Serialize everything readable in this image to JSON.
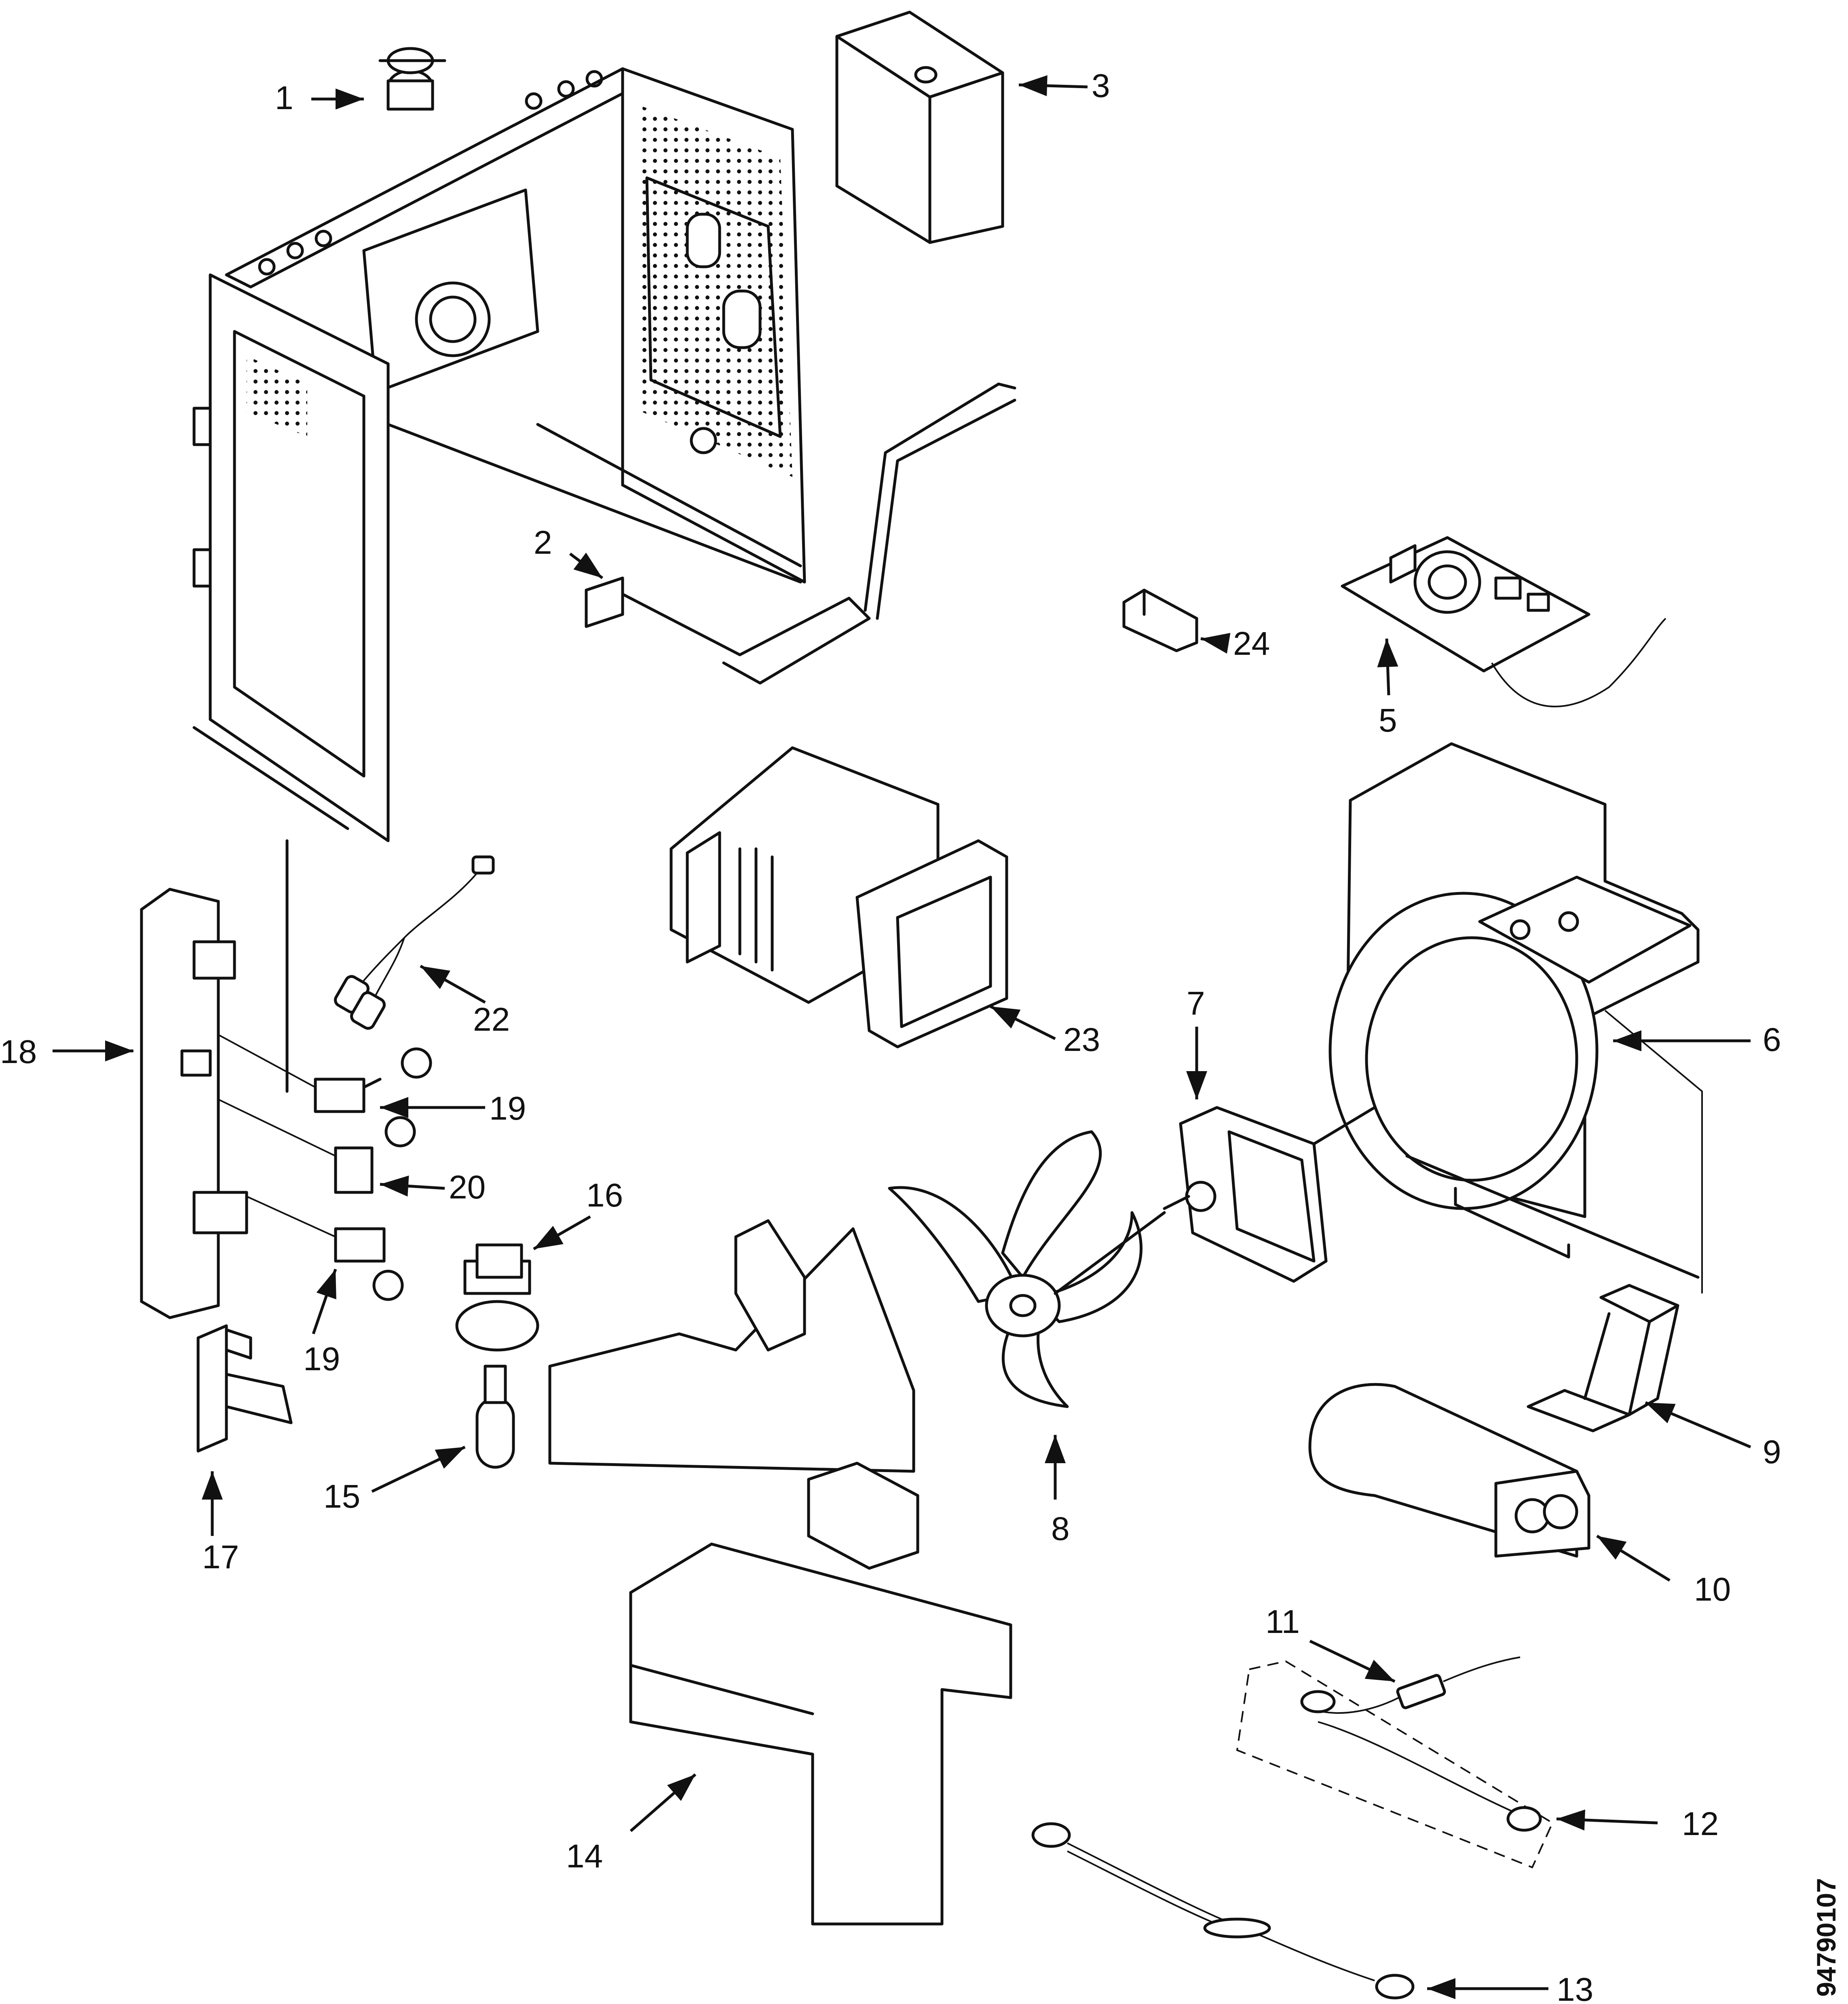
{
  "callouts": [
    {
      "id": "1",
      "label": "1"
    },
    {
      "id": "2",
      "label": "2"
    },
    {
      "id": "3",
      "label": "3"
    },
    {
      "id": "5",
      "label": "5"
    },
    {
      "id": "6",
      "label": "6"
    },
    {
      "id": "7",
      "label": "7"
    },
    {
      "id": "8",
      "label": "8"
    },
    {
      "id": "9",
      "label": "9"
    },
    {
      "id": "10",
      "label": "10"
    },
    {
      "id": "11",
      "label": "11"
    },
    {
      "id": "12",
      "label": "12"
    },
    {
      "id": "13",
      "label": "13"
    },
    {
      "id": "14",
      "label": "14"
    },
    {
      "id": "15",
      "label": "15"
    },
    {
      "id": "16",
      "label": "16"
    },
    {
      "id": "17",
      "label": "17"
    },
    {
      "id": "18",
      "label": "18"
    },
    {
      "id": "19a",
      "label": "19"
    },
    {
      "id": "19b",
      "label": "19"
    },
    {
      "id": "20",
      "label": "20"
    },
    {
      "id": "22",
      "label": "22"
    },
    {
      "id": "23",
      "label": "23"
    },
    {
      "id": "24",
      "label": "24"
    }
  ],
  "document_number": "94790107"
}
